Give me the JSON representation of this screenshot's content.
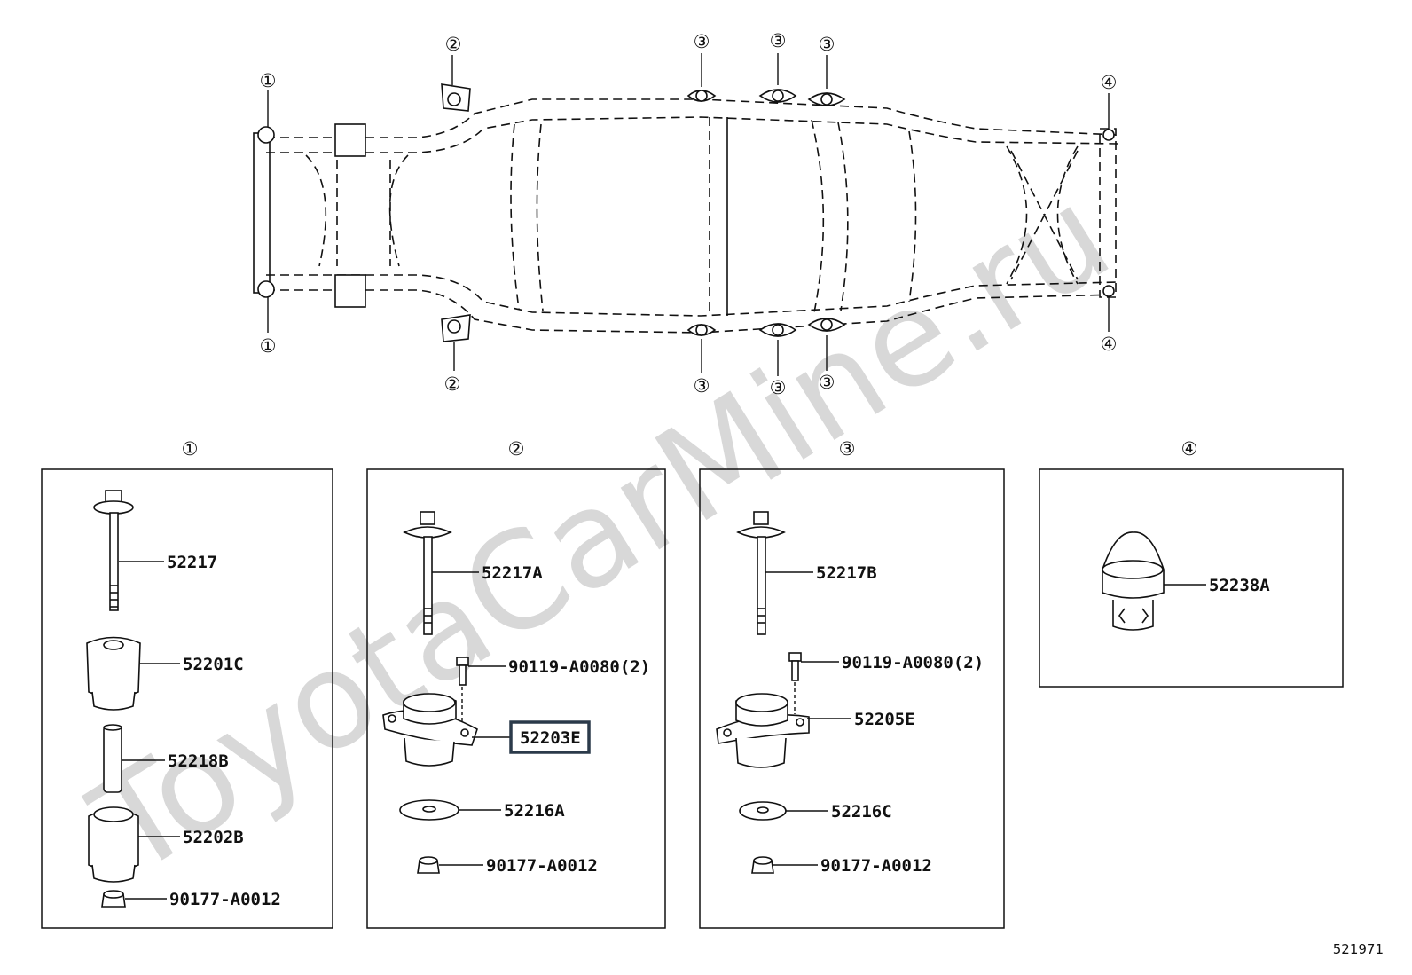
{
  "watermark": "ToyotaCarMine.ru",
  "figure_number": "521971",
  "callouts": {
    "c1": "①",
    "c2": "②",
    "c3": "③",
    "c4": "④"
  },
  "panels": [
    {
      "id": "1",
      "label": "①",
      "parts": [
        "52217",
        "52201C",
        "52218B",
        "52202B",
        "90177-A0012"
      ]
    },
    {
      "id": "2",
      "label": "②",
      "parts": [
        "52217A",
        "90119-A0080(2)",
        "52203E",
        "52216A",
        "90177-A0012"
      ]
    },
    {
      "id": "3",
      "label": "③",
      "parts": [
        "52217B",
        "90119-A0080(2)",
        "52205E",
        "52216C",
        "90177-A0012"
      ]
    },
    {
      "id": "4",
      "label": "④",
      "parts": [
        "52238A"
      ]
    }
  ],
  "highlighted_part": "52203E",
  "colors": {
    "line": "#111111",
    "highlight": "#2b3a4a",
    "watermark": "#d8d8d8"
  }
}
